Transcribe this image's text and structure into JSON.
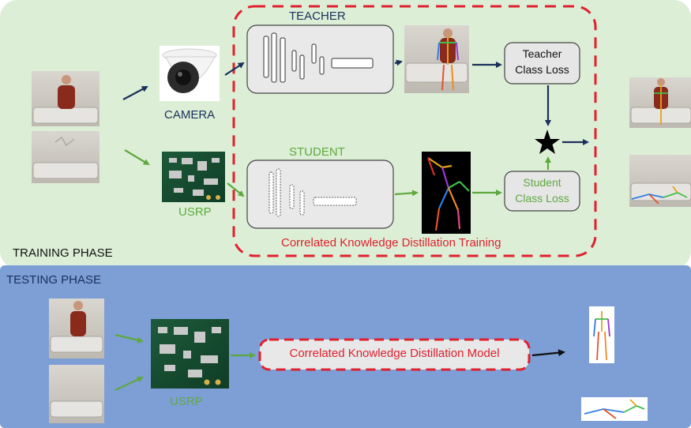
{
  "training": {
    "phase_label": "TRAINING PHASE",
    "teacher_label": "TEACHER",
    "student_label": "STUDENT",
    "camera_label": "CAMERA",
    "usrp_label": "USRP",
    "teacher_loss_line1": "Teacher",
    "teacher_loss_line2": "Class Loss",
    "student_loss_line1": "Student",
    "student_loss_line2": "Class Loss",
    "distillation_label": "Correlated Knowledge Distillation Training"
  },
  "testing": {
    "phase_label": "TESTING PHASE",
    "usrp_label": "USRP",
    "model_label": "Correlated Knowledge Distillation Model"
  },
  "colors": {
    "training_bg": "#dcefd6",
    "testing_bg": "#7d9fd6",
    "navy": "#1b2f5c",
    "green": "#5fa83f",
    "red": "#e0202e"
  }
}
